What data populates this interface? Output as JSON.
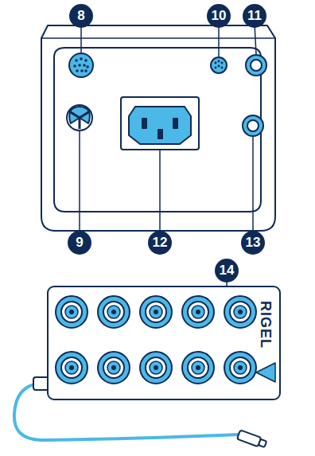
{
  "diagram": {
    "labels": [
      "8",
      "10",
      "11",
      "9",
      "12",
      "13",
      "14",
      "RIGEL"
    ]
  }
}
